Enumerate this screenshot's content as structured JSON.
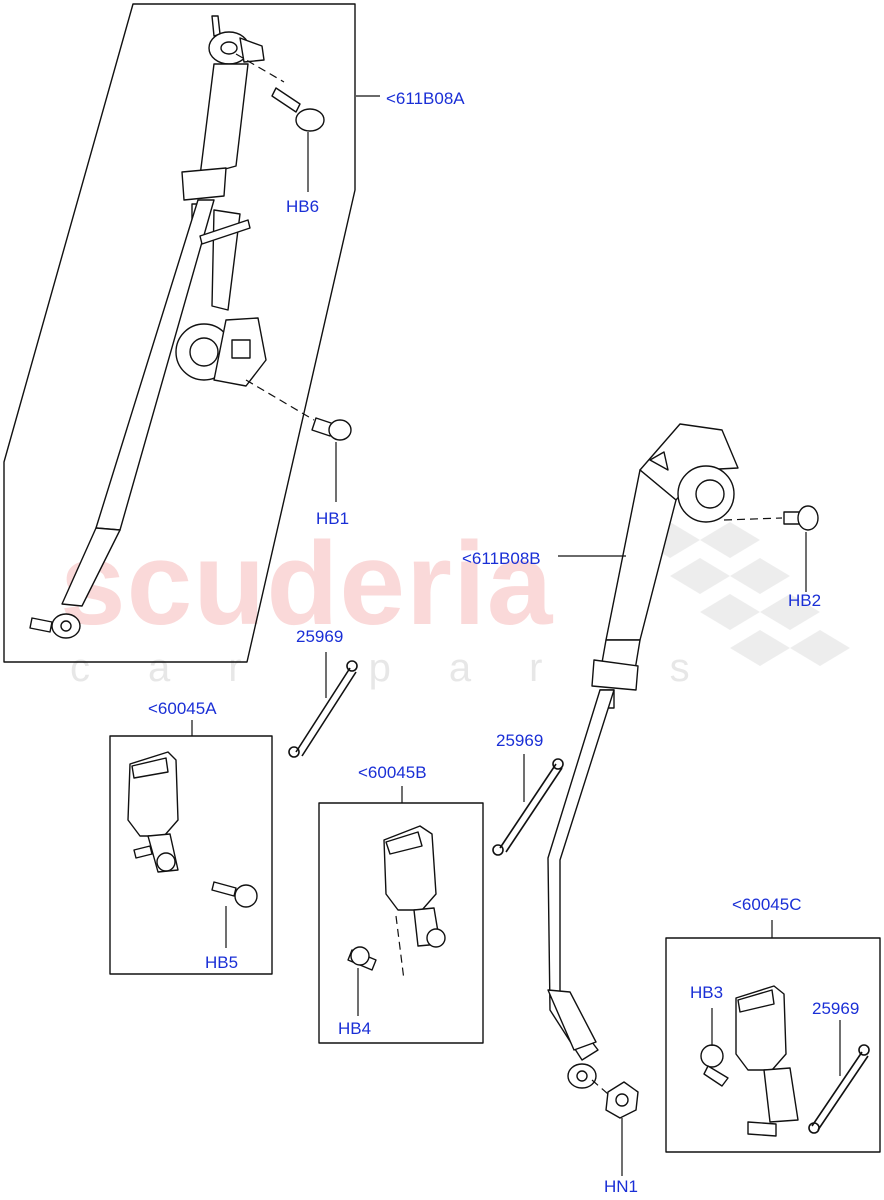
{
  "watermark": {
    "brand": "scuderia",
    "tagline": "car parts"
  },
  "callouts": {
    "ref_611b08a": "<611B08A",
    "hb6": "HB6",
    "hb1": "HB1",
    "ref_611b08b": "<611B08B",
    "hb2": "HB2",
    "clip_1": "25969",
    "ref_60045a": "<60045A",
    "hb5": "HB5",
    "ref_60045b": "<60045B",
    "clip_2": "25969",
    "hb4": "HB4",
    "ref_60045c": "<60045C",
    "hb3": "HB3",
    "clip_3": "25969",
    "hn1": "HN1"
  },
  "colors": {
    "callout_text": "#1a2fd6",
    "line_art": "#111111",
    "watermark_red": "#ec7878"
  }
}
